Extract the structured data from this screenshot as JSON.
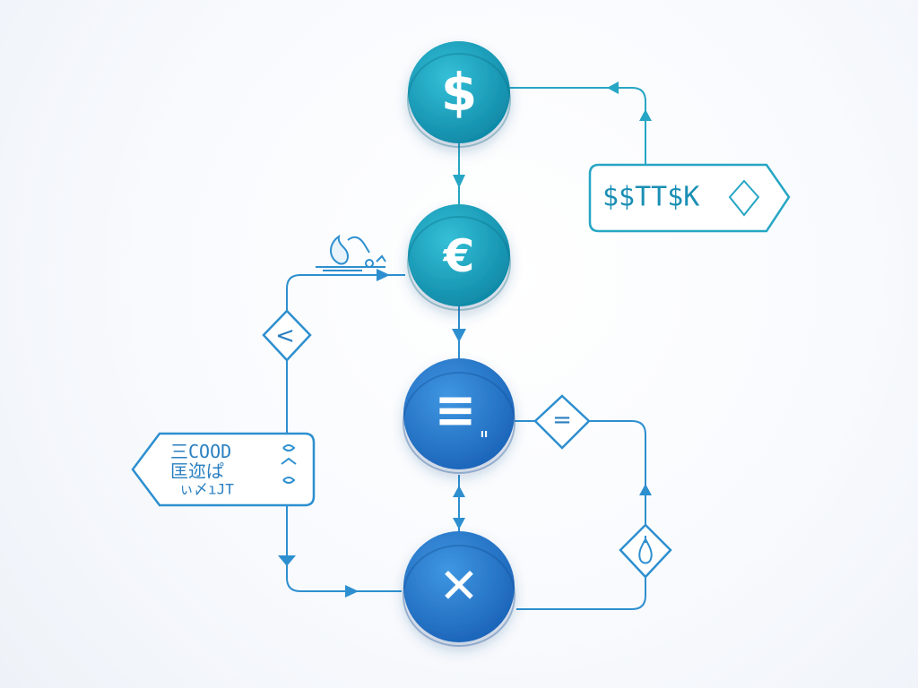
{
  "colors": {
    "teal": "#1ca3bf",
    "teal_dark": "#0f7f9a",
    "blue": "#2a7fd4",
    "blue_dark": "#1a5fb0",
    "line": "#2d8fcf",
    "line_teal": "#26a6c4"
  },
  "nodes": {
    "dollar": {
      "symbol": "$",
      "icon": "dollar-icon"
    },
    "euro": {
      "symbol": "€",
      "icon": "euro-icon"
    },
    "ledger": {
      "symbol": "≡",
      "small": "ıı",
      "icon": "ledger-icon"
    },
    "exchange": {
      "symbol": "✕",
      "icon": "cross-icon"
    }
  },
  "tags": {
    "right_tag": {
      "text": "$$TT$K",
      "icon": "diamond-icon"
    },
    "left_tag": {
      "line1": "三COOD",
      "line2": "匡迩ぱ",
      "line3": "ぃ〆ıJT",
      "icon": "scribble-icon"
    }
  },
  "decisions": {
    "left": {
      "symbol": "<",
      "icon": "chevron-left-icon"
    },
    "right_top": {
      "symbol": "=",
      "icon": "equals-icon"
    },
    "right_bottom": {
      "symbol": "◊",
      "icon": "drop-icon"
    }
  },
  "annotation": {
    "icon": "flame-tool-icon"
  }
}
